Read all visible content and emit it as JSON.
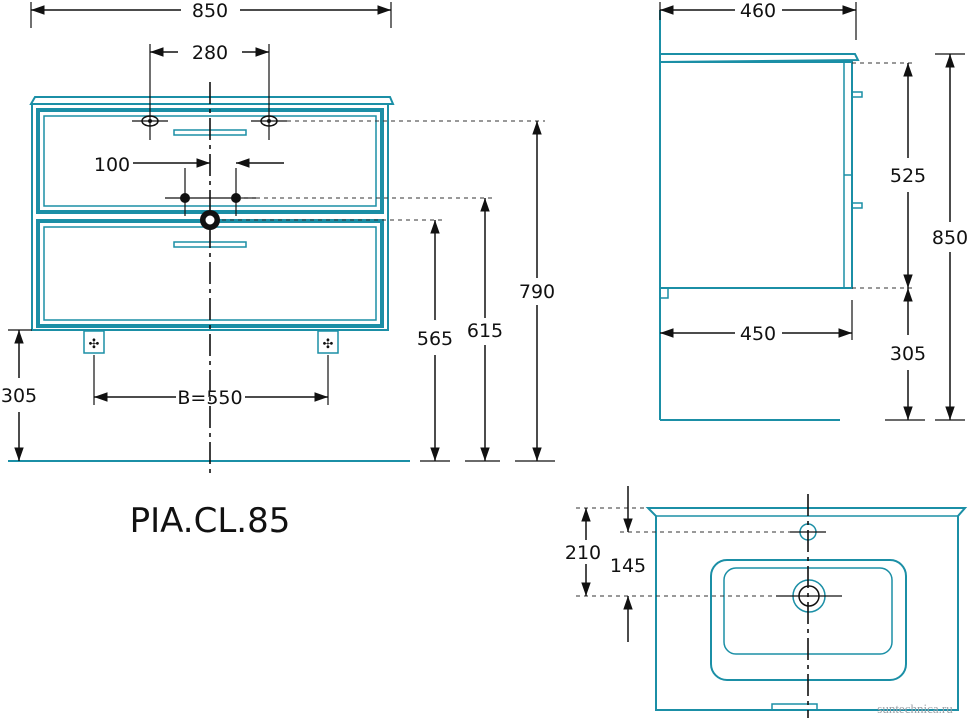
{
  "model": "PIA.CL.85",
  "watermark": "suntechnica.ru",
  "colors": {
    "outline": "#1b8fa6",
    "lines": "#111111"
  },
  "front": {
    "width": "850",
    "tap_spacing": "280",
    "drain_spacing": "100",
    "leg_spacing": "B=550",
    "leg_height": "305",
    "height_565": "565",
    "height_615": "615",
    "height_790": "790"
  },
  "side": {
    "depth": "460",
    "depth_inner": "450",
    "height": "850",
    "body_height": "525",
    "leg_height": "305"
  },
  "top": {
    "dim_210": "210",
    "dim_145": "145"
  }
}
